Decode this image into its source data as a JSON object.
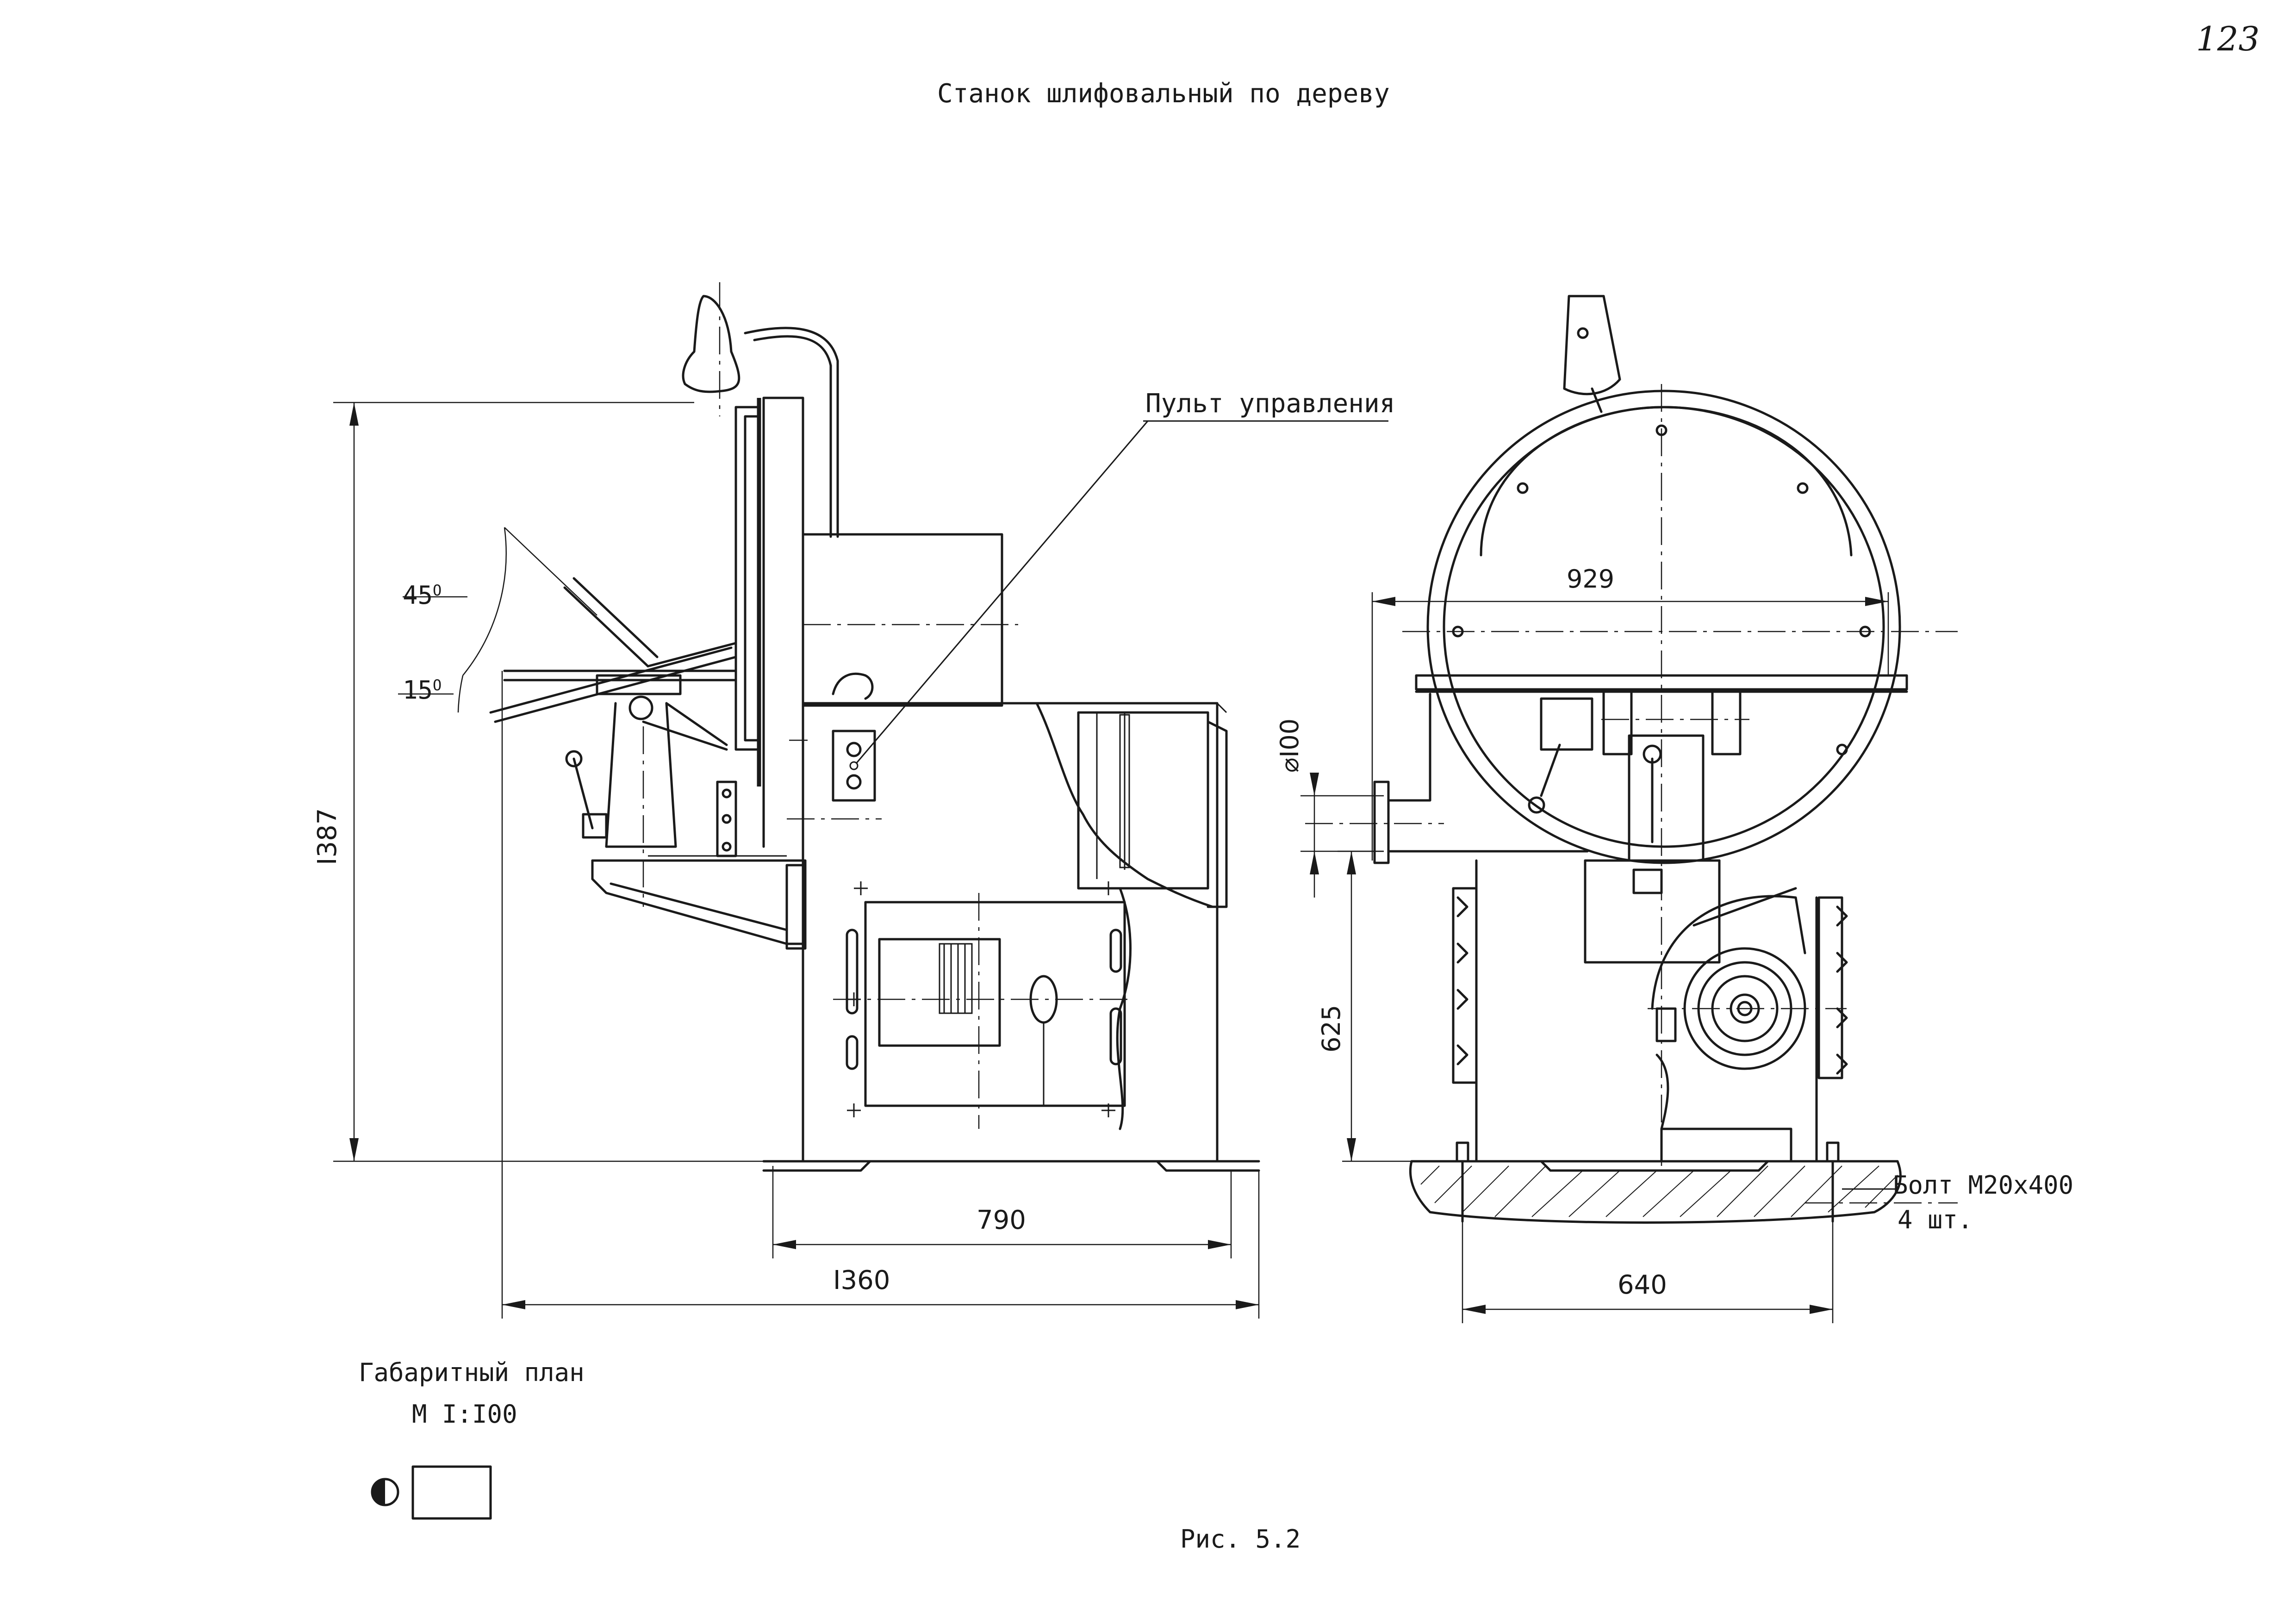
{
  "page_number": "123",
  "title": "Станок шлифовальный по дереву",
  "callout": "Пульт управления",
  "dimensions": {
    "overall_height": "I387",
    "tilt_45": "45",
    "tilt_15": "15",
    "degree_mark": "O",
    "base_width": "790",
    "overall_width": "I360",
    "disc_diameter": "929",
    "outlet_diameter": "⌀I00",
    "table_height": "625",
    "foundation_width": "640"
  },
  "bolt_note": {
    "line1": "Болт М20х400",
    "line2": "4 шт."
  },
  "plan": {
    "label": "Габаритный план",
    "scale": "М I:I00"
  },
  "figure_caption": "Рис. 5.2"
}
